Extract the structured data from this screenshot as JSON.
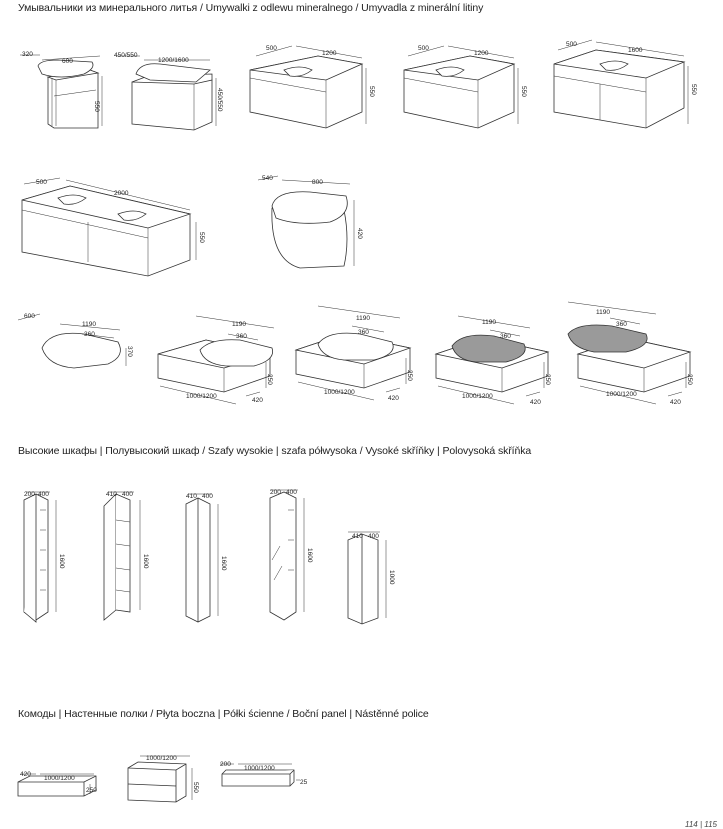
{
  "headings": {
    "basins": "Умывальники из минерального литья / Umywalki z odlewu mineralnego / Umyvadla z minerální litiny",
    "tall": "Высокие шкафы | Полувысокий шкаф / Szafy wysokie | szafa półwysoka / Vysoké skříňky | Polovysoká skříňka",
    "low": "Комоды | Настенные полки / Płyta boczna | Półki ścienne / Boční panel | Nástěnné police"
  },
  "page_number": "114 | 115",
  "dims": {
    "a1": "320",
    "a2": "600",
    "a3": "550",
    "b1": "450/550",
    "b2": "1200/1600",
    "b3": "450/550",
    "c1": "500",
    "c2": "1200",
    "c3": "550",
    "d1": "500",
    "d2": "1200",
    "d3": "550",
    "e1": "500",
    "e2": "1600",
    "e3": "550",
    "f1": "500",
    "f2": "2000",
    "f3": "550",
    "g1": "540",
    "g2": "800",
    "g3": "420",
    "h1": "600",
    "h2": "1190",
    "h3": "360",
    "h4": "370",
    "i1": "1190",
    "i2": "360",
    "i3": "1000/1200",
    "i4": "420",
    "i5": "250",
    "j1": "1190",
    "j2": "360",
    "j3": "1000/1200",
    "j4": "420",
    "j5": "250",
    "k1": "1190",
    "k2": "360",
    "k3": "1000/1200",
    "k4": "420",
    "k5": "250",
    "l1": "1190",
    "l2": "360",
    "l3": "1000/1200",
    "l4": "420",
    "l5": "250",
    "t1a": "200",
    "t1b": "400",
    "t1c": "1600",
    "t2a": "410",
    "t2b": "400",
    "t2c": "1600",
    "t3a": "410",
    "t3b": "400",
    "t3c": "1600",
    "t4a": "200",
    "t4b": "400",
    "t4c": "1600",
    "t5a": "410",
    "t5b": "400",
    "t5c": "1000",
    "m1a": "420",
    "m1b": "1000/1200",
    "m1c": "250",
    "m2a": "1000/1200",
    "m2b": "550",
    "m3a": "200",
    "m3b": "1000/1200",
    "m3c": "25"
  }
}
